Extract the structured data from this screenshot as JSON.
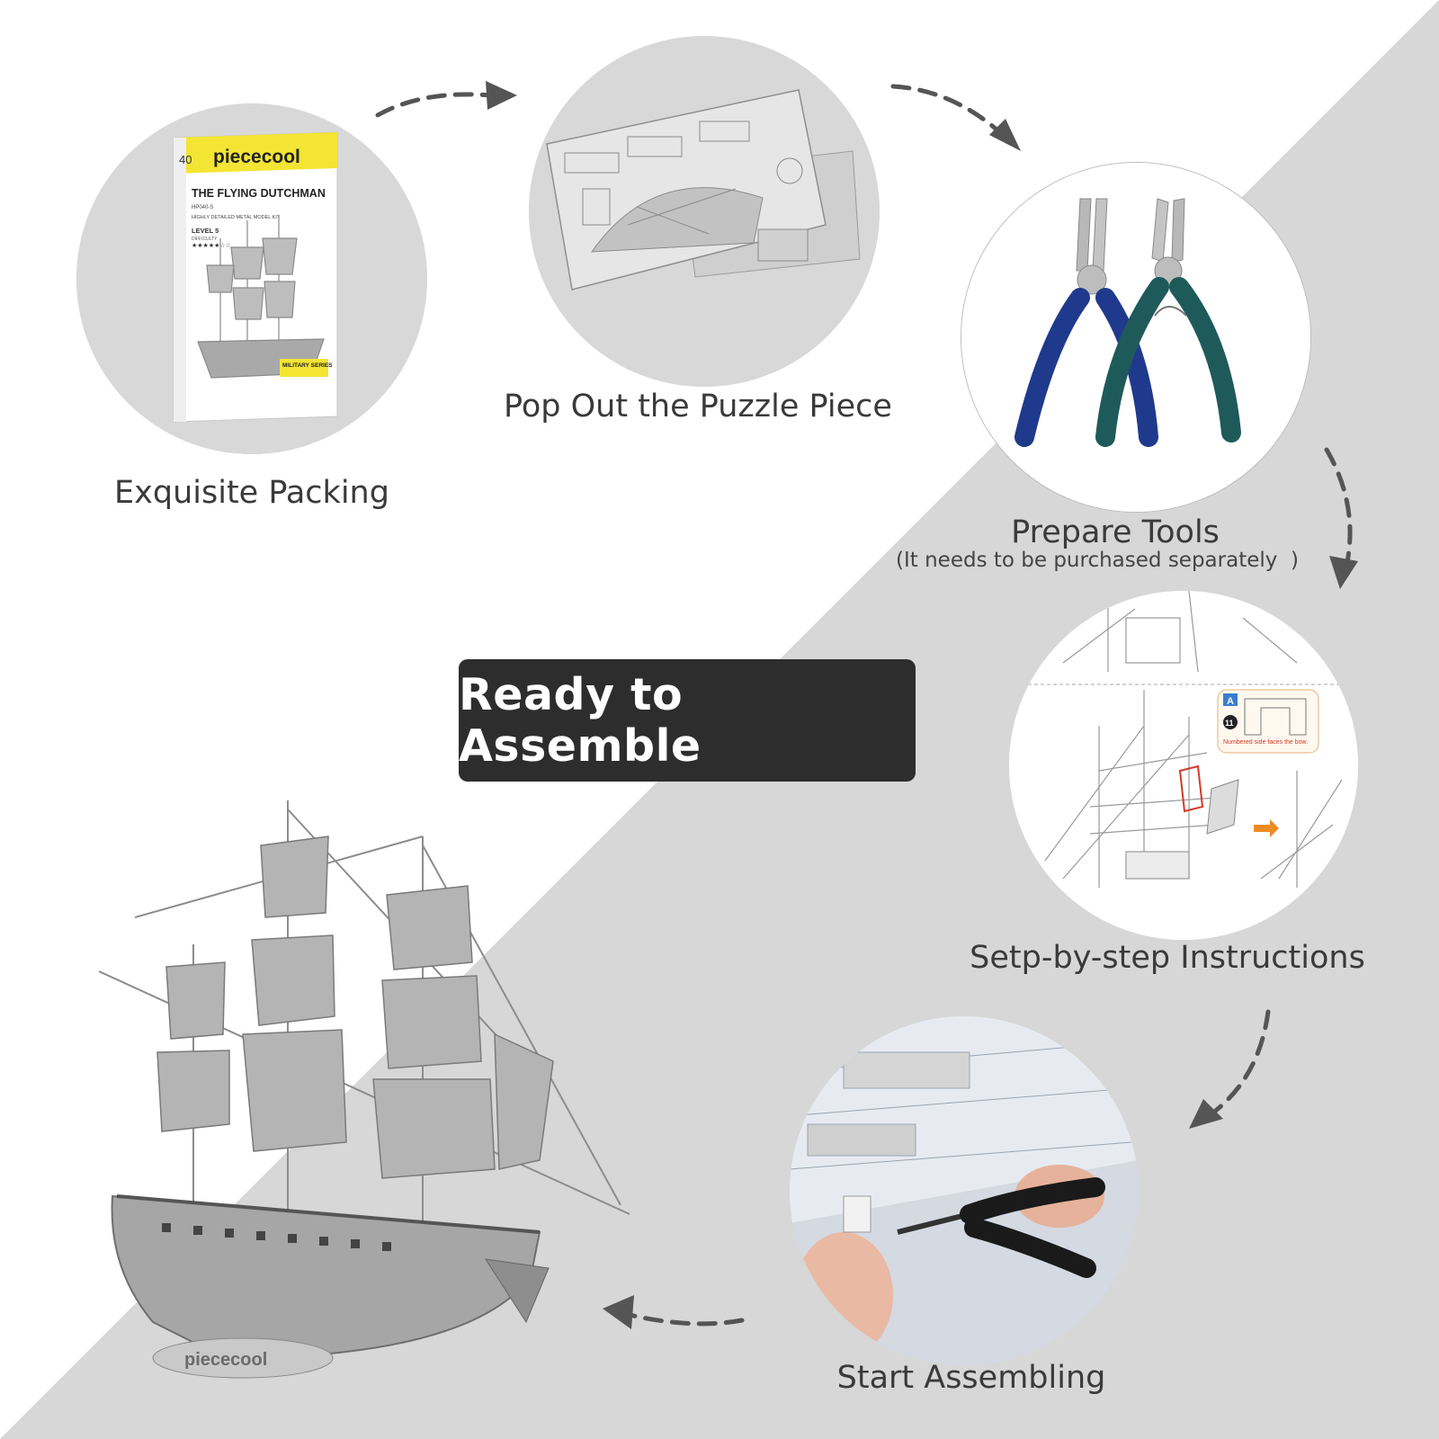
{
  "badge": {
    "text": "Ready to Assemble"
  },
  "steps": [
    {
      "label": "Exquisite Packing"
    },
    {
      "label": "Pop Out the Puzzle Piece"
    },
    {
      "label": "Prepare Tools",
      "note": "(It needs to be purchased separately  )"
    },
    {
      "label": "Setp-by-step Instructions"
    },
    {
      "label": "Start Assembling"
    }
  ],
  "box": {
    "brand": "piececool",
    "number": "40",
    "title": "THE FLYING DUTCHMAN",
    "code": "HP040-S",
    "subtitle": "HIGHLY DETAILED METAL MODEL KIT",
    "level": "LEVEL 5",
    "difficulty": "DIFFICULTY",
    "series": "MILITARY SERIES"
  },
  "instruction_card": {
    "letter": "A",
    "number": "11",
    "caption": "Numbered side faces the bow."
  },
  "model_plaque": "piececool",
  "colors": {
    "background_light": "#ffffff",
    "background_gray": "#d7d7d7",
    "badge": "#2d2d2d",
    "accent_yellow": "#f4e534",
    "plier_blue": "#1f3a8c",
    "plier_teal": "#1f5a5a",
    "arrow": "#555555"
  }
}
